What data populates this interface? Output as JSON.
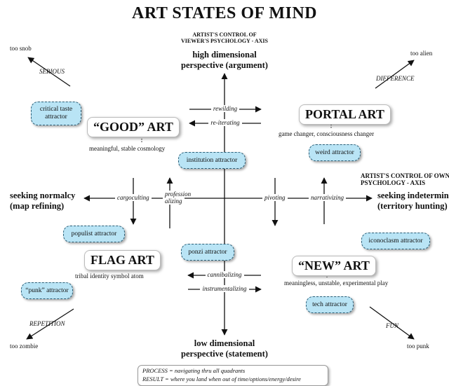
{
  "title": "ART STATES OF MIND",
  "vertical_axis": {
    "caption_line1": "ARTIST'S CONTROL OF",
    "caption_line2": "VIEWER'S PSYCHOLOGY - AXIS",
    "top_line1": "high dimensional",
    "top_line2": "perspective (argument)",
    "bottom_line1": "low dimensional",
    "bottom_line2": "perspective (statement)"
  },
  "horizontal_axis": {
    "caption_line1": "ARTIST'S CONTROL OF OWN",
    "caption_line2": "PSYCHOLOGY - AXIS",
    "left_line1": "seeking normalcy",
    "left_line2": "(map refining)",
    "right_line1": "seeking indeterminacy",
    "right_line2": "(territory hunting)"
  },
  "corners": {
    "top_left": {
      "label": "too snob",
      "direction": "SERIOUS"
    },
    "top_right": {
      "label": "too alien",
      "direction": "DIFFERENCE"
    },
    "bottom_left": {
      "label": "too zombie",
      "direction": "REPETITION"
    },
    "bottom_right": {
      "label": "too punk",
      "direction": "FUN"
    }
  },
  "quadrants": {
    "good": {
      "name": "“GOOD” ART",
      "description": "meaningful, stable cosmology"
    },
    "portal": {
      "name": "PORTAL ART",
      "description": "game changer, consciousness changer"
    },
    "flag": {
      "name": "FLAG ART",
      "description": "tribal identity symbol atom"
    },
    "new": {
      "name": "“NEW” ART",
      "description": "meaningless, unstable, experimental play"
    }
  },
  "attractors": {
    "critical_taste": "critical taste attractor",
    "institution": "institution attractor",
    "weird": "weird attractor",
    "populist": "populist attractor",
    "ponzi": "ponzi attractor",
    "iconoclasm": "iconoclasm attractor",
    "punk": "“punk” attractor",
    "tech": "tech attractor"
  },
  "flows": {
    "rewilding": "rewilding",
    "reiterating": "re-iterating",
    "cargoculting": "cargoculting",
    "professionalizing_1": "profession",
    "professionalizing_2": "alizing",
    "pivoting": "pivoting",
    "narrativizing": "narrativizing",
    "cannibalizing": "cannibalizing",
    "instrumentalizing": "instrumentalizing"
  },
  "process_box": {
    "line1": "PROCESS = navigating thru all quadrants",
    "line2": "RESULT = where you land when out of time/options/energy/desire"
  }
}
